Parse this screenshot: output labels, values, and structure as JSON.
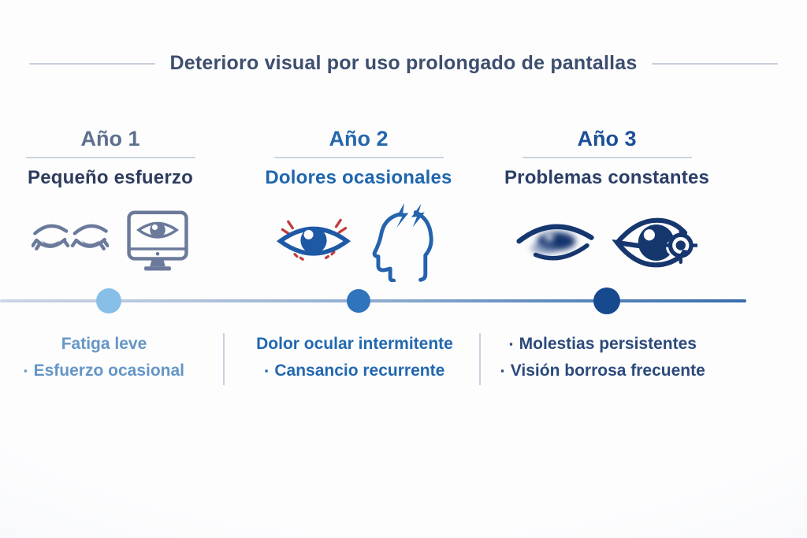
{
  "title": {
    "text": "Deterioro visual por uso prolongado de pantallas"
  },
  "columns": [
    {
      "year": "Año 1",
      "subtitle": "Pequeño esfuerzo",
      "icons": [
        "tired-eyes-icon",
        "monitor-eye-icon"
      ],
      "bullets": [
        {
          "marker": "",
          "text": "Fatiga leve"
        },
        {
          "marker": "▪",
          "text": "Esfuerzo ocasional"
        }
      ],
      "year_color": "#5d6f8d",
      "subtitle_color": "#2e3c5e",
      "bullet_color": "#6496c6",
      "dot_color": "#88bfe8"
    },
    {
      "year": "Año 2",
      "subtitle": "Dolores ocasionales",
      "icons": [
        "irritated-eye-icon",
        "headache-head-icon"
      ],
      "bullets": [
        {
          "marker": "",
          "text": "Dolor ocular intermitente"
        },
        {
          "marker": "▪",
          "text": "Cansancio recurrente"
        }
      ],
      "year_color": "#2367ae",
      "subtitle_color": "#1f66ad",
      "bullet_color": "#2268af",
      "dot_color": "#2f74bd"
    },
    {
      "year": "Año 3",
      "subtitle": "Problemas constantes",
      "icons": [
        "blurry-eye-icon",
        "eye-target-icon"
      ],
      "bullets": [
        {
          "marker": "▪",
          "text": "Molestias persistentes"
        },
        {
          "marker": "▪",
          "text": "Visión borrosa frecuente"
        }
      ],
      "year_color": "#1c4f96",
      "subtitle_color": "#2c3e66",
      "bullet_color": "#2c4a7c",
      "dot_color": "#17498f"
    }
  ],
  "timeline": {
    "stages": 3,
    "line_gradient": [
      "#ccd6e4",
      "#3a6dab"
    ]
  },
  "colors": {
    "background": "#f7f8fb",
    "title": "#3d4e6e",
    "title_side_lines": "#c7cfdb",
    "divider": "#c9d1dd",
    "icon_gray_blue": "#6b7a9b",
    "icon_blue": "#2160a8",
    "icon_navy": "#16366e",
    "accent_red": "#c13c3c"
  }
}
